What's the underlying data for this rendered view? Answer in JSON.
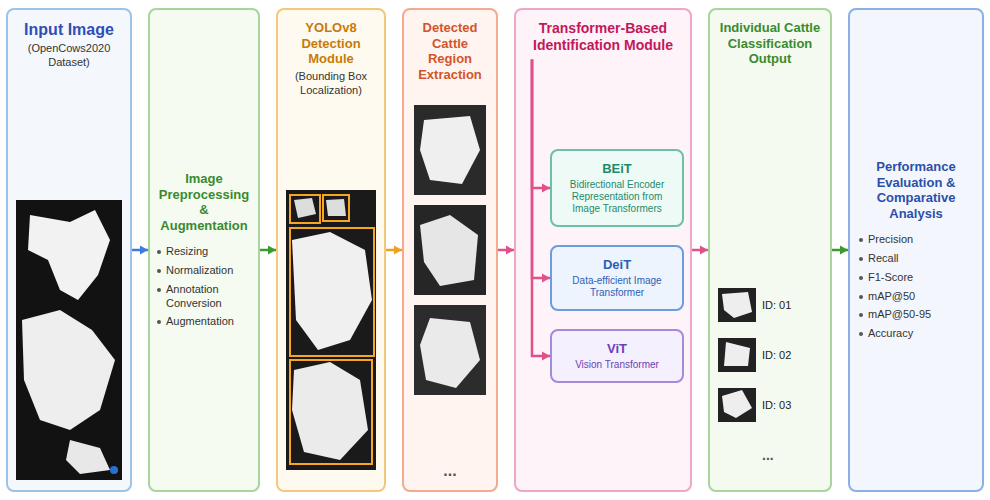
{
  "diagram": {
    "nodes": [
      {
        "text": [
          "Input Image",
          "(OpenCows2020 Dataset)"
        ]
      },
      {
        "text": [
          "Image Preprocessing & Augmentation",
          "Resizing",
          "Normalization",
          "Annotation Conversion",
          "Augmentation"
        ]
      },
      {
        "text": [
          "YOLOv8 Detection Module",
          "(Bounding Box Localization)"
        ]
      },
      {
        "text": [
          "Detected Cattle Region Extraction",
          "..."
        ]
      },
      {
        "text": [
          "Transformer-Based Identification Module"
        ]
      },
      {
        "text": [
          "BEiT",
          "Bidirectional Encoder Representation from Image Transformers"
        ],
        "in": 4
      },
      {
        "text": [
          "DeiT",
          "Data-efficient Image Transformer"
        ],
        "in": 4
      },
      {
        "text": [
          "ViT",
          "Vision Transformer"
        ],
        "in": 4
      },
      {
        "text": [
          "Individual Cattle Classification Output",
          "ID: 01",
          "ID: 02",
          "ID: 03",
          "..."
        ]
      },
      {
        "text": [
          "Performance Evaluation & Comparative Analysis",
          "Precision",
          "Recall",
          "F1-Score",
          "mAP@50",
          "mAP@50-95",
          "Accuracy"
        ]
      }
    ],
    "edges": [
      {
        "from": 0,
        "to": 1,
        "arrow": "to"
      },
      {
        "from": 1,
        "to": 2,
        "arrow": "to"
      },
      {
        "from": 2,
        "to": 3,
        "arrow": "to"
      },
      {
        "from": 3,
        "to": 4,
        "arrow": "to"
      },
      {
        "from": 4,
        "to": 5,
        "arrow": "to"
      },
      {
        "from": 4,
        "to": 6,
        "arrow": "to"
      },
      {
        "from": 4,
        "to": 7,
        "arrow": "to"
      },
      {
        "from": 4,
        "to": 8,
        "arrow": "to"
      },
      {
        "from": 8,
        "to": 9,
        "arrow": "to"
      }
    ]
  }
}
